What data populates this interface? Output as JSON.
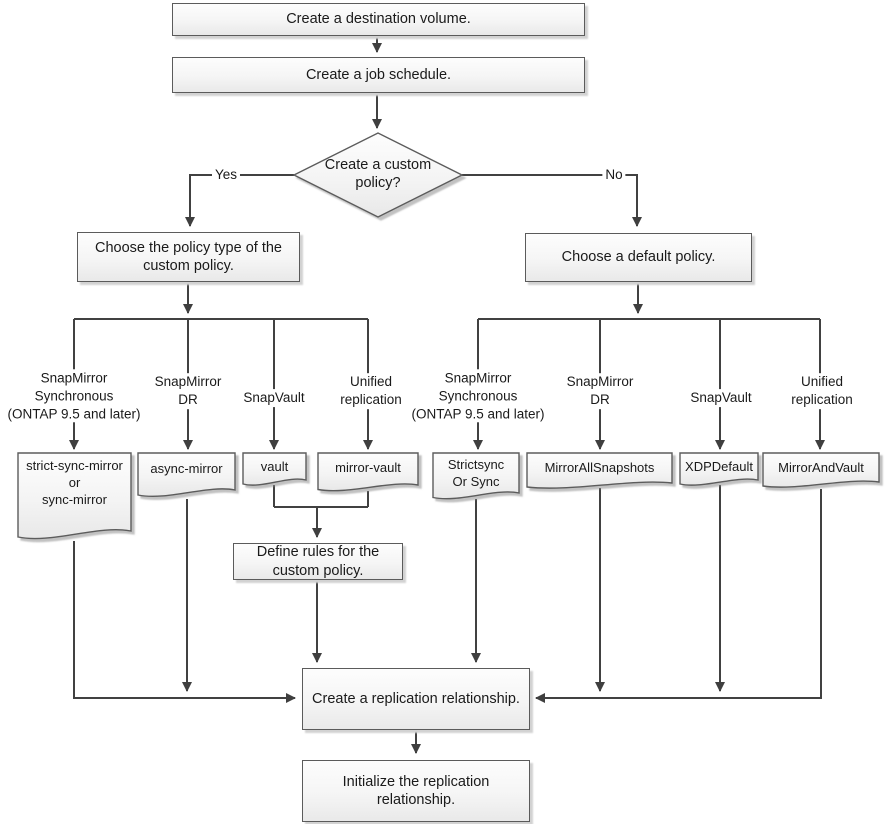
{
  "flow": {
    "create_destination_volume": "Create a destination volume.",
    "create_job_schedule": "Create a job schedule.",
    "decision_create_custom_policy": "Create a custom policy?",
    "branch_yes": "Yes",
    "branch_no": "No",
    "choose_custom_policy_type": "Choose the policy type of the custom policy.",
    "choose_default_policy": "Choose a default policy.",
    "define_rules": "Define rules for the custom policy.",
    "create_replication_relationship": "Create a replication relationship.",
    "initialize_replication_relationship": "Initialize the replication relationship."
  },
  "custom_branch": {
    "options": [
      {
        "type": "SnapMirror\nSynchronous\n(ONTAP 9.5 and later)",
        "policy": "strict-sync-mirror\nor\nsync-mirror"
      },
      {
        "type": "SnapMirror\nDR",
        "policy": "async-mirror"
      },
      {
        "type": "SnapVault",
        "policy": "vault"
      },
      {
        "type": "Unified\nreplication",
        "policy": "mirror-vault"
      }
    ]
  },
  "default_branch": {
    "options": [
      {
        "type": "SnapMirror\nSynchronous\n(ONTAP 9.5 and later)",
        "policy": "Strictsync\nOr Sync"
      },
      {
        "type": "SnapMirror\nDR",
        "policy": "MirrorAllSnapshots"
      },
      {
        "type": "SnapVault",
        "policy": "XDPDefault"
      },
      {
        "type": "Unified\nreplication",
        "policy": "MirrorAndVault"
      }
    ]
  },
  "style": {
    "connector_color": "#414141",
    "shape_border_color": "#5b5b5b",
    "text_color": "#1a1a1a"
  }
}
